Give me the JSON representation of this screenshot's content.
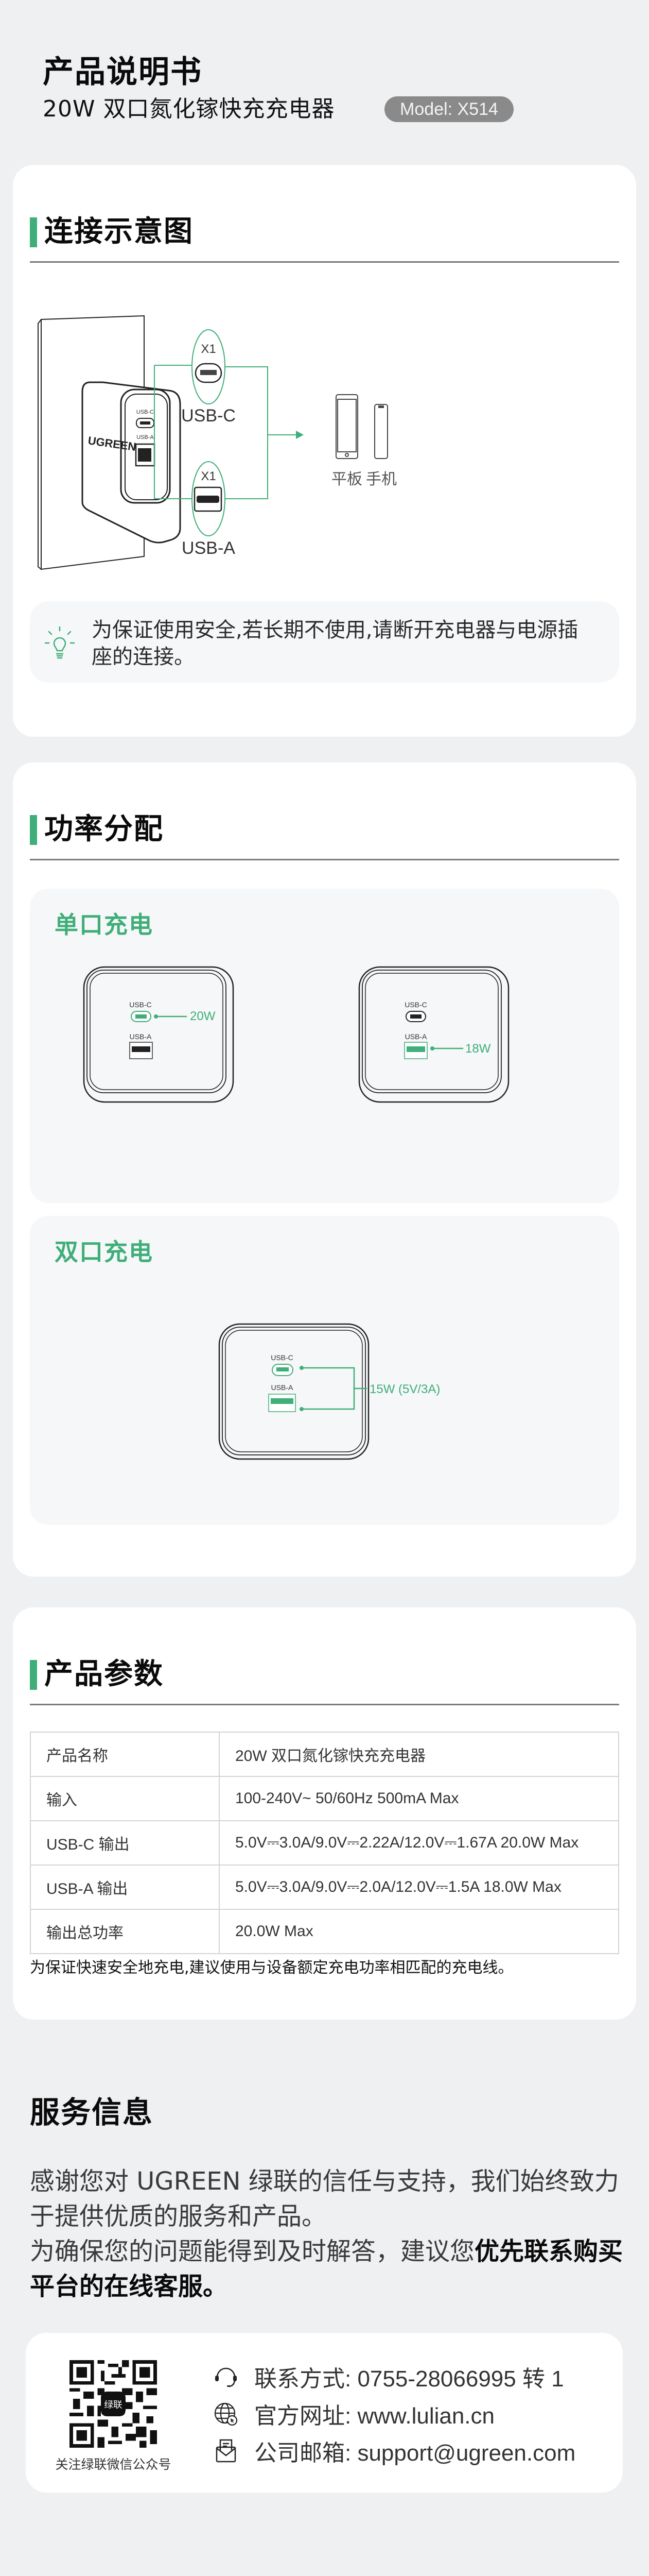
{
  "header": {
    "title": "产品说明书",
    "subtitle": "20W 双口氮化镓快充充电器",
    "model_badge": "Model: X514"
  },
  "colors": {
    "accent_green": "#3fae78",
    "page_bg": "#eff0f2",
    "badge_gray": "#8a8a8a"
  },
  "connection": {
    "section_title": "连接示意图",
    "charger_brand": "UGREEN",
    "port_c_small": "USB-C",
    "port_a_small": "USB-A",
    "callout_c_count": "X1",
    "callout_c_label": "USB-C",
    "callout_a_count": "X1",
    "callout_a_label": "USB-A",
    "device_tablet": "平板",
    "device_phone": "手机",
    "tip_icon": "lightbulb-icon",
    "tip_text": "为保证使用安全,若长期不使用,请断开充电器与电源插座的连接。"
  },
  "power": {
    "section_title": "功率分配",
    "single": {
      "title": "单口充电",
      "left": {
        "port_c": "USB-C",
        "port_a": "USB-A",
        "value": "20W"
      },
      "right": {
        "port_c": "USB-C",
        "port_a": "USB-A",
        "value": "18W"
      }
    },
    "dual": {
      "title": "双口充电",
      "port_c": "USB-C",
      "port_a": "USB-A",
      "value": "15W (5V/3A)"
    }
  },
  "specs": {
    "section_title": "产品参数",
    "rows": [
      {
        "key": "产品名称",
        "value": "20W 双口氮化镓快充充电器"
      },
      {
        "key": "输入",
        "value": "100-240V~ 50/60Hz 500mA Max"
      },
      {
        "key": "USB-C 输出",
        "value": "5.0V⎓3.0A/9.0V⎓2.22A/12.0V⎓1.67A  20.0W Max"
      },
      {
        "key": "USB-A 输出",
        "value": "5.0V⎓3.0A/9.0V⎓2.0A/12.0V⎓1.5A  18.0W Max"
      },
      {
        "key": "输出总功率",
        "value": "20.0W Max"
      }
    ],
    "note": "为保证快速安全地充电,建议使用与设备额定充电功率相匹配的充电线。"
  },
  "service": {
    "title": "服务信息",
    "para1": "感谢您对 UGREEN 绿联的信任与支持，我们始终致力于提供优质的服务和产品。",
    "para2_normal": "为确保您的问题能得到及时解答，建议您",
    "para2_bold": "优先联系购买平台的在线客服。",
    "qr_logo_text": "绿联",
    "qr_caption": "关注绿联微信公众号",
    "contacts": [
      {
        "icon": "headset-icon",
        "text": "联系方式: 0755-28066995 转 1"
      },
      {
        "icon": "globe-icon",
        "text": "官方网址: www.lulian.cn"
      },
      {
        "icon": "mail-icon",
        "text": "公司邮箱: support@ugreen.com"
      }
    ]
  }
}
